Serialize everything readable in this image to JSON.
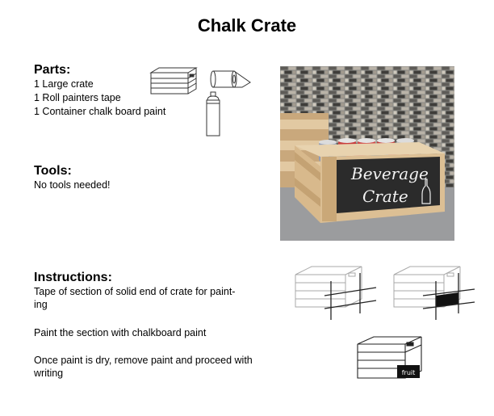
{
  "title": "Chalk Crate",
  "parts": {
    "heading": "Parts:",
    "items": [
      "1 Large crate",
      "1 Roll painters tape",
      "1 Container chalk board paint"
    ]
  },
  "tools": {
    "heading": "Tools:",
    "items": [
      "No tools needed!"
    ]
  },
  "instructions": {
    "heading": "Instructions:",
    "steps": [
      "Tape of section of solid end of crate for paint-\ning",
      "Paint the section with chalkboard paint",
      "Once paint is dry, remove paint and proceed with writing"
    ]
  },
  "photo": {
    "chalk_text_line1": "Beverage",
    "chalk_text_line2": "Crate"
  },
  "illustration": {
    "crate_label": "fruit"
  }
}
